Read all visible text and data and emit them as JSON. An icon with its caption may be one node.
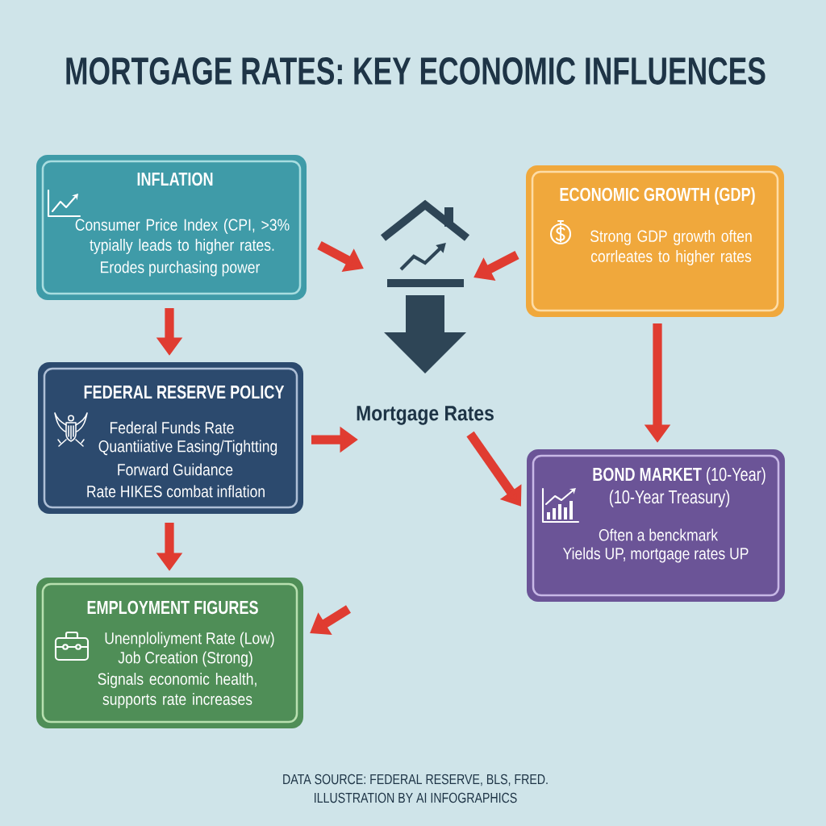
{
  "diagram": {
    "title": "MORTGAGE RATES: KEY ECONOMIC INFLUENCES",
    "nodes": [
      {
        "text": [
          "INFLATION",
          "Consumer Price Index (CPI, >3% typially leads to higher rates.",
          "Erodes purchasing power"
        ]
      },
      {
        "text": [
          "ECONOMIC GROWTH (GDP)",
          "Strong GDP growth often corrleates to higher rates"
        ]
      },
      {
        "text": [
          "Mortgage Rates"
        ]
      },
      {
        "text": [
          "FEDERAL RESERVE POLICY",
          "Federal Funds Rate",
          "Quantiiative Easing/Tightting",
          "Forward Guidance",
          "Rate HIKES combat inflation"
        ]
      },
      {
        "text": [
          "**BOND MARKET** (10-Year)",
          "(10-Year Treasury)",
          "Often a benckmark",
          "Yields UP, mortgage rates UP"
        ]
      },
      {
        "text": [
          "EMPLOYMENT FIGURES",
          "Unenploliyment Rate (Low)",
          "Job Creation (Strong)",
          "Signals economic health, supports rate increases"
        ]
      }
    ],
    "edges": [
      {
        "from": 0,
        "to": 2,
        "arrow": "to"
      },
      {
        "from": 1,
        "to": 2,
        "arrow": "to"
      },
      {
        "from": 0,
        "to": 3,
        "arrow": "to"
      },
      {
        "from": 3,
        "to": 2,
        "arrow": "to"
      },
      {
        "from": 2,
        "to": 4,
        "arrow": "to"
      },
      {
        "from": 3,
        "to": 5,
        "arrow": "to"
      },
      {
        "from": 1,
        "to": 4,
        "arrow": "to"
      },
      {
        "from": null,
        "to": 5,
        "arrow": "to"
      }
    ],
    "labels": [
      "DATA SOURCE: FEDERAL RESERVE, BLS, FRED.",
      "ILLUSTRATION BY AI INFOGRAPHICS"
    ]
  }
}
